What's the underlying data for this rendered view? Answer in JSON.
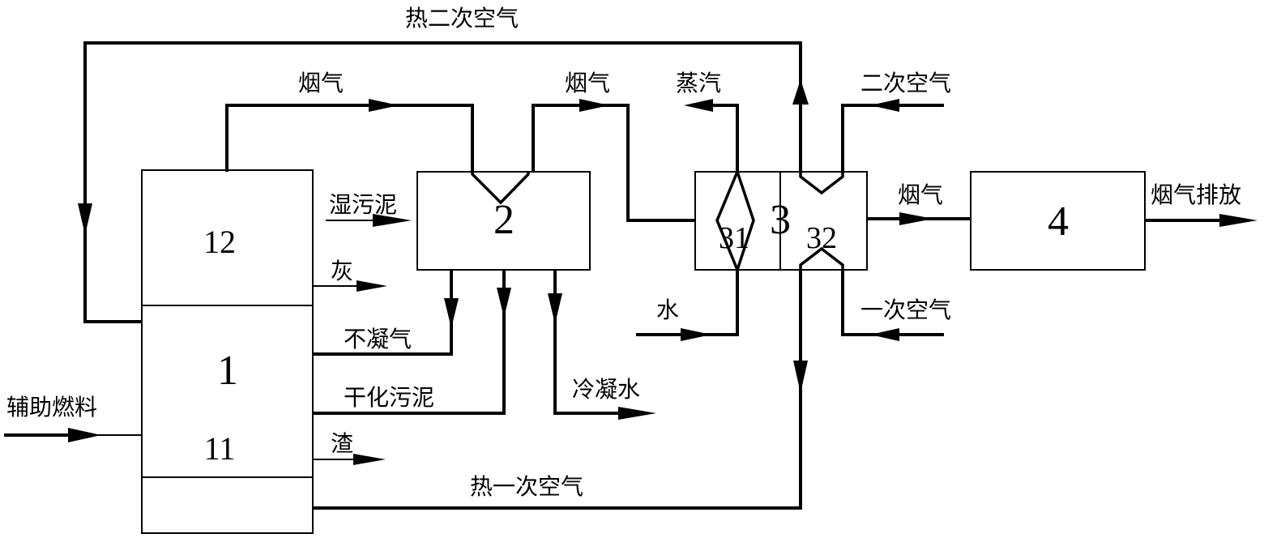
{
  "units": {
    "u1": "1",
    "u11": "11",
    "u12": "12",
    "u2": "2",
    "u3": "3",
    "u31": "31",
    "u32": "32",
    "u4": "4"
  },
  "labels": {
    "hot_secondary_air": "热二次空气",
    "flue_gas_1": "烟气",
    "flue_gas_2": "烟气",
    "steam": "蒸汽",
    "secondary_air": "二次空气",
    "wet_sludge": "湿污泥",
    "ash": "灰",
    "non_condensable_gas": "不凝气",
    "dried_sludge": "干化污泥",
    "condensate_water": "冷凝水",
    "aux_fuel": "辅助燃料",
    "slag": "渣",
    "hot_primary_air": "热一次空气",
    "water": "水",
    "primary_air": "一次空气",
    "flue_gas_3": "烟气",
    "flue_gas_discharge": "烟气排放"
  }
}
